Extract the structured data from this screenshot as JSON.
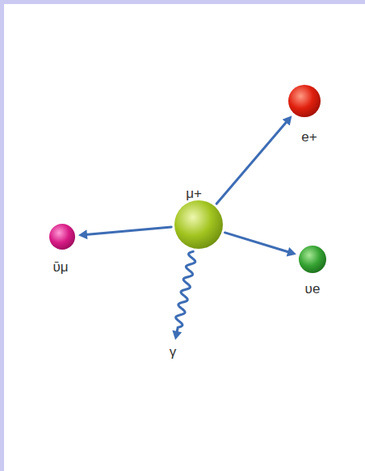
{
  "diagram": {
    "nodes": [
      {
        "text": [
          "μ+"
        ]
      },
      {
        "text": [
          "e+"
        ]
      },
      {
        "text": [
          "ῡμ"
        ]
      },
      {
        "text": [
          "υe"
        ]
      },
      {
        "text": [
          "γ"
        ]
      }
    ],
    "edges": [
      {
        "from": 0,
        "to": 1,
        "arrow": "to"
      },
      {
        "from": 0,
        "to": 2,
        "arrow": "to"
      },
      {
        "from": 0,
        "to": 3,
        "arrow": "to"
      },
      {
        "from": 0,
        "to": 4,
        "arrow": "to"
      }
    ]
  }
}
